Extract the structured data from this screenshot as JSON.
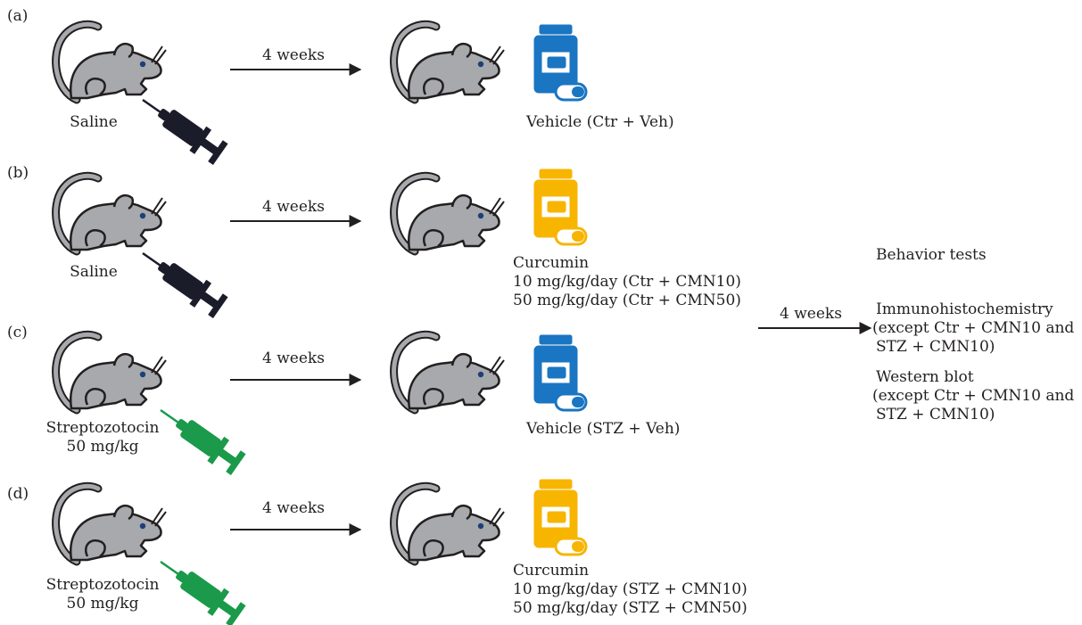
{
  "colors": {
    "mouse_fill": "#a7a9ac",
    "mouse_stroke": "#231f20",
    "mouse_eye": "#1c3f78",
    "syringe_black": "#1b1c2a",
    "syringe_green": "#1a9a4a",
    "bottle_blue": "#1a75c2",
    "bottle_yellow": "#f7b500",
    "arrow": "#231f20"
  },
  "panels": [
    {
      "label": "(a)",
      "injection": [
        "Saline"
      ],
      "syringe": "black",
      "arrow_label": "4 weeks",
      "bottle": "blue",
      "treatment": [
        "Vehicle (Ctr + Veh)"
      ]
    },
    {
      "label": "(b)",
      "injection": [
        "Saline"
      ],
      "syringe": "black",
      "arrow_label": "4 weeks",
      "bottle": "yellow",
      "treatment": [
        "Curcumin",
        "10 mg/kg/day (Ctr + CMN10)",
        "50 mg/kg/day (Ctr + CMN50)"
      ]
    },
    {
      "label": "(c)",
      "injection": [
        "Streptozotocin",
        "50 mg/kg"
      ],
      "syringe": "green",
      "arrow_label": "4 weeks",
      "bottle": "blue",
      "treatment": [
        "Vehicle (STZ + Veh)"
      ]
    },
    {
      "label": "(d)",
      "injection": [
        "Streptozotocin",
        "50 mg/kg"
      ],
      "syringe": "green",
      "arrow_label": "4 weeks",
      "bottle": "yellow",
      "treatment": [
        "Curcumin",
        "10 mg/kg/day (STZ + CMN10)",
        "50 mg/kg/day (STZ + CMN50)"
      ]
    }
  ],
  "final_step": {
    "arrow_label": "4 weeks",
    "outcomes": [
      "Behavior tests",
      "Immunohistochemistry",
      "(except Ctr + CMN10 and",
      "STZ + CMN10)",
      "Western blot",
      "(except Ctr + CMN10 and",
      "STZ + CMN10)"
    ]
  }
}
